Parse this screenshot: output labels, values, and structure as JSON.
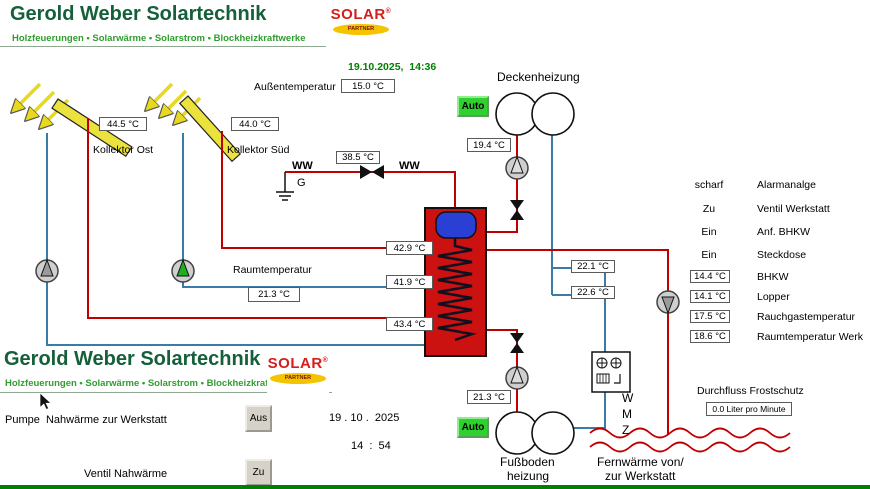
{
  "brand": {
    "title": "Gerold Weber Solartechnik",
    "subtitle": "Holzfeuerungen • Solarwärme • Solarstrom • Blockheizkraftwerke",
    "logo_word": "SOLAR",
    "logo_reg": "®",
    "logo_sub": "PARTNER"
  },
  "top": {
    "datetime": "19.10.2025,  14:36",
    "outdoor_label": "Außentemperatur",
    "outdoor_value": "15.0 °C"
  },
  "collectors": {
    "ost_label": "Kollektor Ost",
    "ost_temp": "44.5 °C",
    "sued_label": "Kollektor Süd",
    "sued_temp": "44.0 °C"
  },
  "ceiling": {
    "label": "Deckenheizung",
    "auto_button": "Auto",
    "temp": "19.4 °C"
  },
  "floor": {
    "label_line1": "Fußboden",
    "label_line2": "heizung",
    "auto_button": "Auto",
    "temp": "21.3 °C"
  },
  "hot_water": {
    "ww_left": "WW",
    "ww_right": "WW",
    "g_label": "G",
    "temp": "38.5 °C"
  },
  "tank": {
    "temp_top": "42.9 °C",
    "temp_mid": "41.9 °C",
    "temp_bottom": "43.4 °C"
  },
  "room": {
    "label": "Raumtemperatur",
    "value": "21.3 °C"
  },
  "loop": {
    "temp_upper": "22.1 °C",
    "temp_lower": "22.6 °C"
  },
  "status": {
    "rows": [
      {
        "value": "scharf",
        "label": "Alarmanalge"
      },
      {
        "value": "Zu",
        "label": "Ventil Werkstatt"
      },
      {
        "value": "Ein",
        "label": "Anf. BHKW"
      },
      {
        "value": "Ein",
        "label": "Steckdose"
      },
      {
        "value": "14.4 °C",
        "label": "BHKW"
      },
      {
        "value": "14.1 °C",
        "label": "Lopper"
      },
      {
        "value": "17.5 °C",
        "label": "Rauchgastemperatur"
      },
      {
        "value": "18.6 °C",
        "label": "Raumtemperatur Werk"
      }
    ]
  },
  "flow": {
    "label": "Durchfluss Frostschutz",
    "value": "0.0 Liter pro Minute"
  },
  "controls": {
    "pump_label": "Pumpe  Nahwärme zur Werkstatt",
    "pump_button": "Aus",
    "valve_label": "Ventil Nahwärme",
    "valve_button": "Zu"
  },
  "bottom": {
    "date": "19 . 10 .  2025",
    "time": "14  :  54"
  },
  "remote": {
    "line1": "Fernwärme von/",
    "line2": "zur Werkstatt"
  },
  "wmz": {
    "w": "W",
    "m": "M",
    "z": "Z"
  },
  "colors": {
    "hot": "#c00000",
    "cold": "#3a7ca8",
    "brand": "#15603a",
    "accent_green": "#008000"
  }
}
